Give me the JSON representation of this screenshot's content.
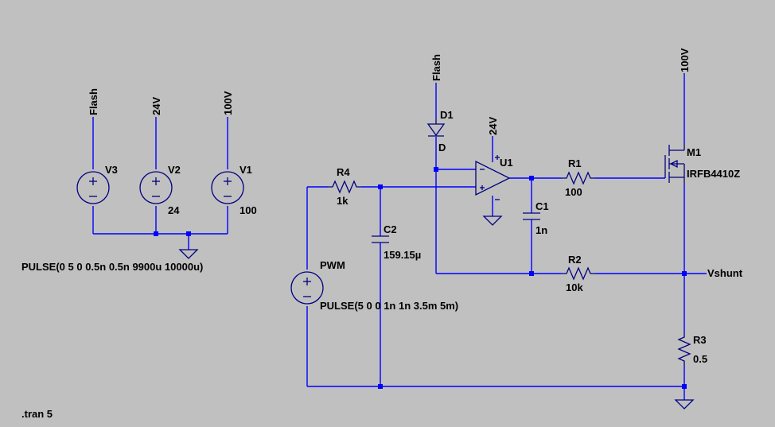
{
  "schematic": {
    "components": {
      "v3": {
        "name": "V3"
      },
      "v2": {
        "name": "V2",
        "value": "24"
      },
      "v1": {
        "name": "V1",
        "value": "100"
      },
      "pwm": {
        "name": "PWM",
        "spec": "PULSE(5 0 0 1n 1n 3.5m 5m)"
      },
      "r4": {
        "name": "R4",
        "value": "1k"
      },
      "c2": {
        "name": "C2",
        "value": "159.15µ"
      },
      "d1": {
        "name": "D1",
        "model": "D"
      },
      "u1": {
        "name": "U1"
      },
      "r1": {
        "name": "R1",
        "value": "100"
      },
      "c1": {
        "name": "C1",
        "value": "1n"
      },
      "r2": {
        "name": "R2",
        "value": "10k"
      },
      "m1": {
        "name": "M1",
        "model": "IRFB4410Z"
      },
      "r3": {
        "name": "R3",
        "value": "0.5"
      }
    },
    "net_labels": {
      "flash_left": "Flash",
      "v24_left": "24V",
      "v100_left": "100V",
      "flash_diode": "Flash",
      "v24_opamp": "24V",
      "v100_mosfet": "100V",
      "vshunt": "Vshunt"
    },
    "pulse_v3": "PULSE(0 5 0 0.5n 0.5n 9900u 10000u)",
    "directive": ".tran 5",
    "colors": {
      "background": "#c0c0c0",
      "wire": "#0000ff",
      "component": "#000080"
    }
  }
}
